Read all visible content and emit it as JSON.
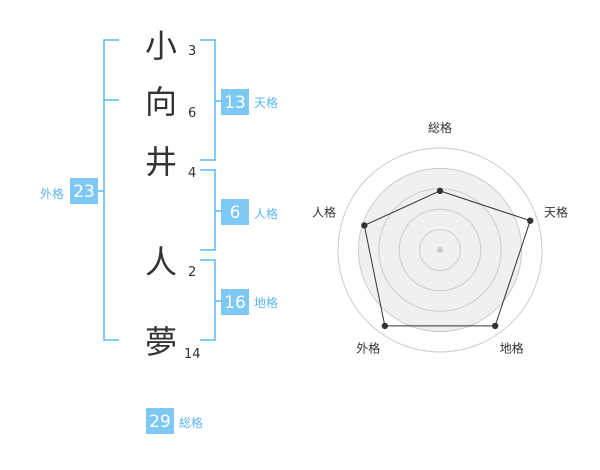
{
  "name_characters": [
    {
      "char": "小",
      "strokes": "3"
    },
    {
      "char": "向",
      "strokes": "6"
    },
    {
      "char": "井",
      "strokes": "4"
    },
    {
      "char": "人",
      "strokes": "2"
    },
    {
      "char": "夢",
      "strokes": "14"
    }
  ],
  "fortunes": {
    "tenkaku": {
      "value": "13",
      "label": "天格"
    },
    "jinkaku": {
      "value": "6",
      "label": "人格"
    },
    "chikaku": {
      "value": "16",
      "label": "地格"
    },
    "gaikaku": {
      "value": "23",
      "label": "外格"
    },
    "soukaku": {
      "value": "29",
      "label": "総格"
    }
  },
  "colors": {
    "accent": "#5bb8f0",
    "box_fill": "#7ec8f5",
    "text": "#333333",
    "radar_fill": "#f0f0f0",
    "radar_ring": "#cccccc"
  },
  "chart_data": {
    "type": "radar",
    "axes": [
      "総格",
      "天格",
      "地格",
      "外格",
      "人格"
    ],
    "values": [
      0.58,
      0.93,
      0.92,
      0.92,
      0.78
    ],
    "range": [
      0,
      1
    ],
    "rings": 5
  }
}
